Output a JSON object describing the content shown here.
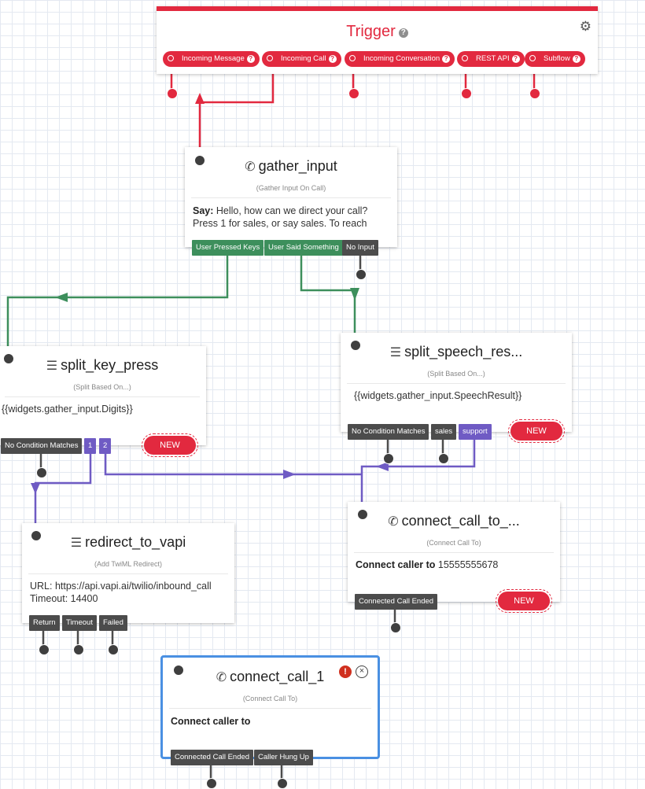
{
  "trigger": {
    "title": "Trigger",
    "help": "?",
    "settings_icon": "gears-icon",
    "events": [
      {
        "label": "Incoming Message",
        "help": "?"
      },
      {
        "label": "Incoming Call",
        "help": "?"
      },
      {
        "label": "Incoming Conversation",
        "help": "?"
      },
      {
        "label": "REST API",
        "help": "?"
      },
      {
        "label": "Subflow",
        "help": "?"
      }
    ]
  },
  "gather_input": {
    "title": "gather_input",
    "icon": "phone-icon",
    "subtitle": "(Gather Input On Call)",
    "body_label": "Say:",
    "body_text": "Hello, how can we direct your call? Press 1 for sales, or say sales. To reach",
    "transitions": [
      "User Pressed Keys",
      "User Said Something",
      "No Input"
    ]
  },
  "split_key_press": {
    "title": "split_key_press",
    "icon": "split-icon",
    "subtitle": "(Split Based On...)",
    "body_text": "{{widgets.gather_input.Digits}}",
    "transitions": [
      "No Condition Matches",
      "1",
      "2"
    ],
    "new_label": "NEW"
  },
  "split_speech": {
    "title": "split_speech_res...",
    "icon": "split-icon",
    "subtitle": "(Split Based On...)",
    "body_text": "{{widgets.gather_input.SpeechResult}}",
    "transitions": [
      "No Condition Matches",
      "sales",
      "support"
    ],
    "new_label": "NEW"
  },
  "redirect_to_vapi": {
    "title": "redirect_to_vapi",
    "icon": "split-icon",
    "subtitle": "(Add TwiML Redirect)",
    "url_line": "URL: https://api.vapi.ai/twilio/inbound_call",
    "timeout_line": "Timeout: 14400",
    "transitions": [
      "Return",
      "Timeout",
      "Failed"
    ]
  },
  "connect_call_to": {
    "title": "connect_call_to_...",
    "icon": "phone-icon",
    "subtitle": "(Connect Call To)",
    "body_label": "Connect caller to",
    "body_value": "15555555678",
    "transitions": [
      "Connected Call Ended"
    ],
    "new_label": "NEW"
  },
  "connect_call_1": {
    "title": "connect_call_1",
    "icon": "phone-icon",
    "warning_icon": "warning-icon",
    "warning_glyph": "!",
    "close_icon": "close-icon",
    "close_glyph": "×",
    "subtitle": "(Connect Call To)",
    "body_label": "Connect caller to",
    "transitions": [
      "Connected Call Ended",
      "Caller Hung Up"
    ]
  },
  "colors": {
    "trigger_red": "#e2293f",
    "green_wire": "#3d8f5c",
    "purple_wire": "#6f5bc4",
    "selected_blue": "#4a90e2",
    "dark_tab": "#4c4c4c"
  }
}
